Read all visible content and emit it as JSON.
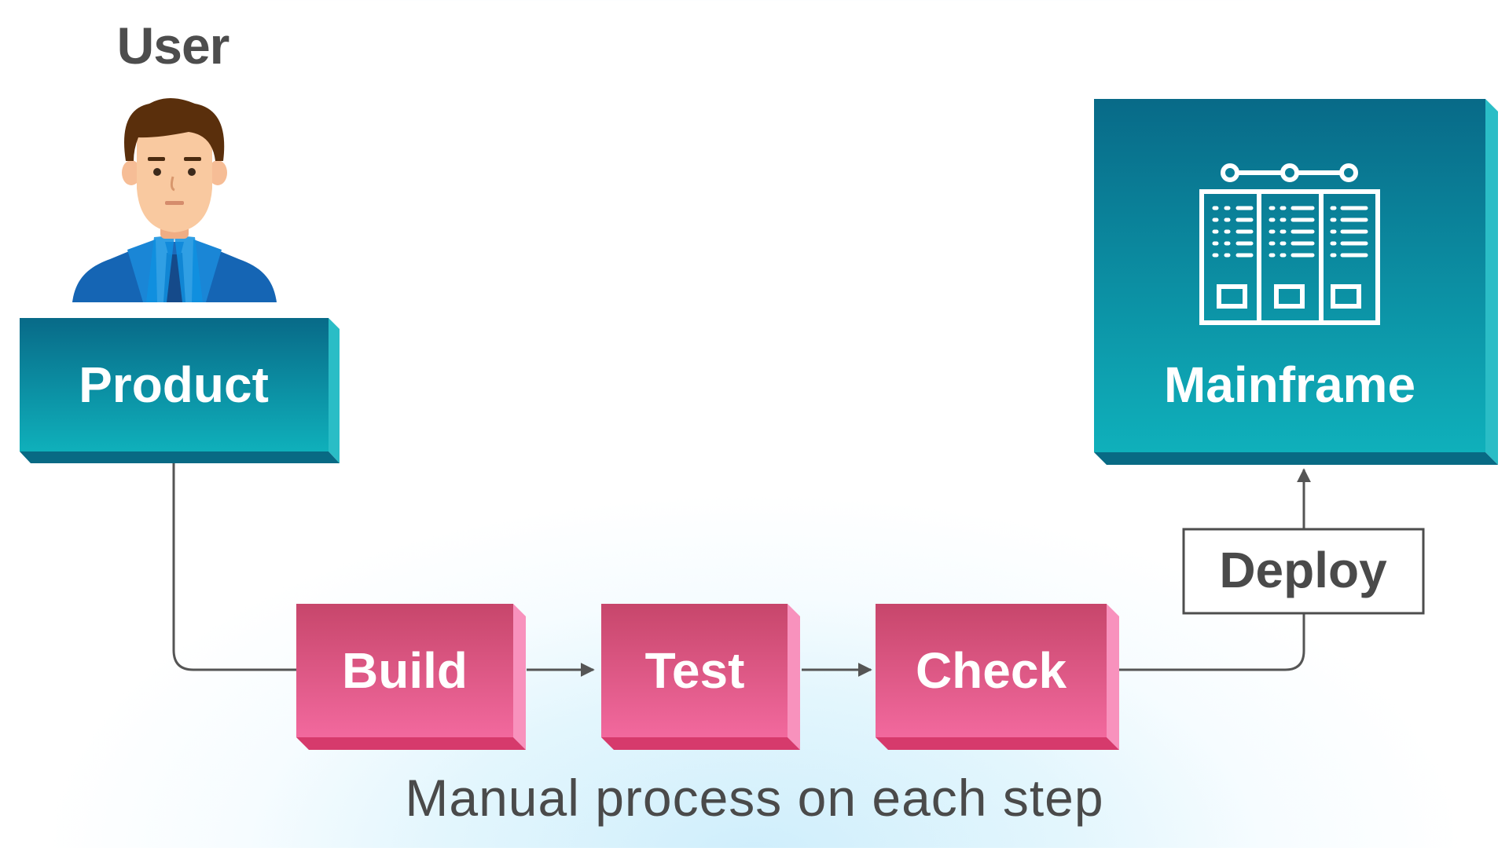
{
  "diagram": {
    "user_label": "User",
    "product_label": "Product",
    "mainframe_label": "Mainframe",
    "steps": [
      {
        "label": "Build"
      },
      {
        "label": "Test"
      },
      {
        "label": "Check"
      }
    ],
    "deploy_label": "Deploy",
    "footer_note": "Manual process on each step"
  },
  "colors": {
    "teal_box": "#0a8ea6",
    "teal_dark": "#0a6e88",
    "pink_box": "#e2517e",
    "pink_dark": "#c43a65",
    "text_dark": "#4a4a4a",
    "connector": "#555555"
  },
  "icons": {
    "user": "person-avatar-icon",
    "mainframe": "server-rack-icon"
  }
}
